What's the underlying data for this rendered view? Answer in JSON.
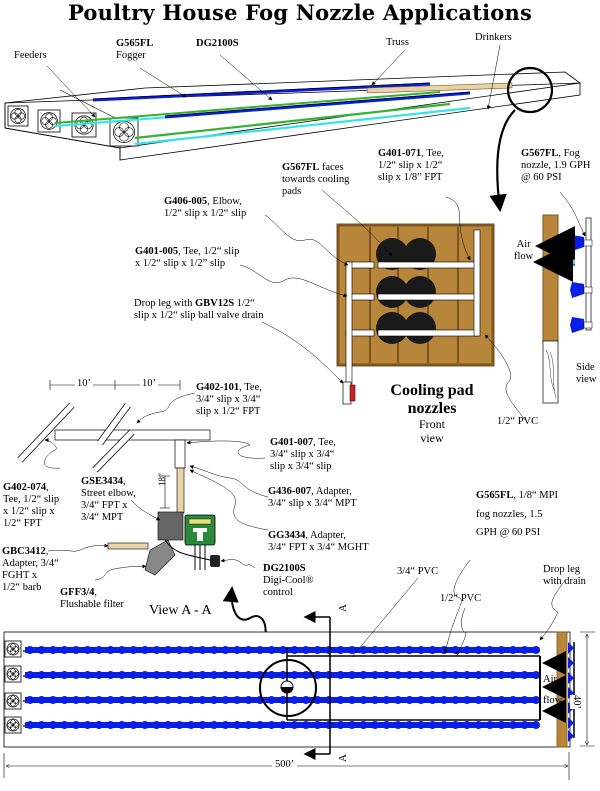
{
  "title": "Poultry House Fog Nozzle Applications",
  "colors": {
    "fog_line": "#0a1fe6",
    "feeder_line": "#33b233",
    "drinker_line": "#33e6e6",
    "wood": "#b8863b",
    "wood_dark": "#7a5520",
    "airflow": "#5ad0f5",
    "control_green": "#2a8a3a"
  },
  "house_view": {
    "labels": {
      "feeders": "Feeders",
      "g565fl_code": "G565FL",
      "g565fl_desc": "Fogger",
      "dg2100s": "DG2100S",
      "truss": "Truss",
      "drinkers": "Drinkers"
    },
    "fan_count": 4
  },
  "cooling_pad": {
    "g567fl_faces": {
      "code": "G567FL",
      "desc_1": "faces",
      "desc_2": "towards cooling",
      "desc_3": "pads"
    },
    "g406_005": {
      "code": "G406-005",
      "desc_1": ", Elbow,",
      "desc_2": "1/2“ slip x 1/2“ slip"
    },
    "g401_005": {
      "code": "G401-005",
      "desc_1": ", Tee, 1/2“ slip",
      "desc_2": "x 1/2“ slip x 1/2” slip"
    },
    "drop_leg": {
      "pre": "Drop leg with ",
      "code": "GBV12S",
      "post": " 1/2“",
      "desc_2": "slip x 1/2“ slip ball valve drain"
    },
    "g401_071": {
      "code": "G401-071",
      "desc_1": ", Tee,",
      "desc_2": "1/2“ slip x 1/2“",
      "desc_3": "slip x 1/8” FPT"
    },
    "g567fl_fog": {
      "code": "G567FL",
      "desc_1": ", Fog",
      "desc_2": "nozzle, 1.9 GPH",
      "desc_3": "@ 60 PSI"
    },
    "air_flow": [
      "Air",
      "flow"
    ],
    "title_1": "Cooling pad",
    "title_2": "nozzles",
    "front_view": [
      "Front",
      "view"
    ],
    "side_view": [
      "Side",
      "view"
    ],
    "half_pvc": "1/2“ PVC"
  },
  "view_aa": {
    "dim_1": "10’",
    "dim_2": "10’",
    "dim_18": "18”",
    "g402_101": {
      "code": "G402-101",
      "desc_1": ", Tee,",
      "desc_2": "3/4“ slip x 3/4“",
      "desc_3": "slip x 1/2“ FPT"
    },
    "g401_007": {
      "code": "G401-007",
      "desc_1": ", Tee,",
      "desc_2": "3/4“ slip x 3/4“",
      "desc_3": "slip x 3/4“ slip"
    },
    "g402_074": {
      "code": "G402-074",
      "desc_1": ",",
      "desc_2": "Tee, 1/2“ slip",
      "desc_3": "x 1/2“ slip x",
      "desc_4": "1/2“ FPT"
    },
    "gse3434": {
      "code": "GSE3434",
      "desc_1": ",",
      "desc_2": "Street elbow,",
      "desc_3": "3/4“ FPT x",
      "desc_4": "3/4“ MPT"
    },
    "g436_007": {
      "code": "G436-007",
      "desc_1": ", Adapter,",
      "desc_2": "3/4“ slip x 3/4“ MPT"
    },
    "gg3434": {
      "code": "GG3434",
      "desc_1": ", Adapter,",
      "desc_2": "3/4“ FPT x 3/4“ MGHT"
    },
    "gbc3412": {
      "code": "GBC3412",
      "desc_1": ",",
      "desc_2": "Adapter, 3/4“",
      "desc_3": "FGHT x",
      "desc_4": "1/2“ barb"
    },
    "gff34": {
      "code": "GFF3/4",
      "desc_1": ",",
      "desc_2": "Flushable filter"
    },
    "dg2100s": {
      "code": "DG2100S",
      "desc_2": "Digi-Cool®",
      "desc_3": "control"
    },
    "view_label": "View A - A"
  },
  "plan_view": {
    "g565fl": {
      "code": "G565FL",
      "desc_1": ", 1/8“ MPI",
      "desc_2": "fog nozzles, 1.5",
      "desc_3": "GPH @ 60 PSI"
    },
    "three_quarter_pvc": "3/4“ PVC",
    "half_pvc": "1/2“ PVC",
    "drop_leg": [
      "Drop leg",
      "with drain"
    ],
    "section_mark": "A",
    "air_flow": [
      "Air",
      "flow"
    ],
    "width_dim": "40’",
    "length_dim": "500’",
    "fog_line_count": 4,
    "fan_count": 4
  }
}
